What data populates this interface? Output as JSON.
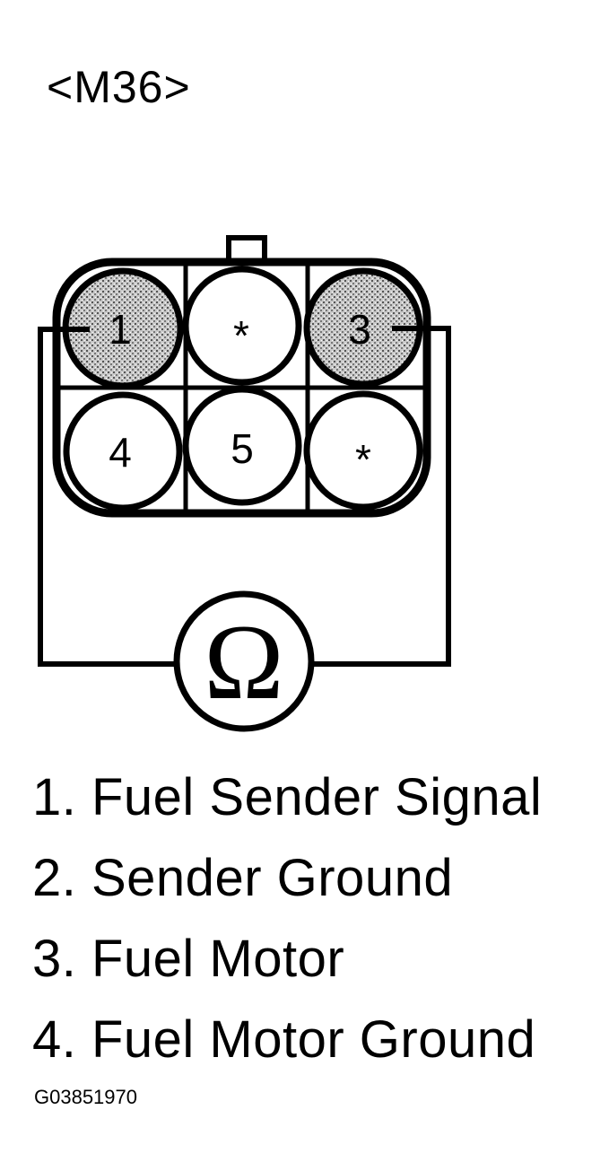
{
  "connector": {
    "id_label": "<M36>"
  },
  "pins": {
    "top_left": "1",
    "top_middle": "*",
    "top_right": "3",
    "bottom_left": "4",
    "bottom_middle": "5",
    "bottom_right": "*"
  },
  "meter": {
    "symbol": "Ω"
  },
  "legend": {
    "items": [
      "1. Fuel Sender Signal",
      "2. Sender Ground",
      "3. Fuel Motor",
      "4. Fuel Motor Ground"
    ]
  },
  "figure": {
    "code": "G03851970"
  }
}
